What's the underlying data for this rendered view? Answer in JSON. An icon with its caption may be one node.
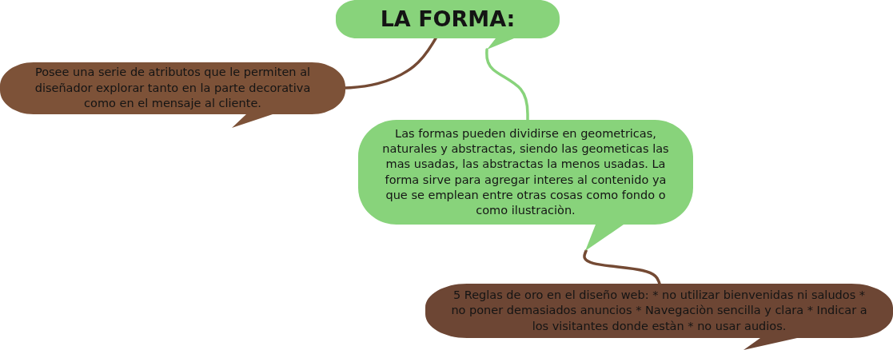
{
  "diagram": {
    "nodes": [
      {
        "text": [
          "LA FORMA:"
        ]
      },
      {
        "text": [
          "Posee una serie de atributos que le permiten al diseñador explorar tanto en la parte decorativa como en el mensaje al cliente."
        ]
      },
      {
        "text": [
          "Las formas pueden dividirse en geometricas, naturales y abstractas, siendo las geometicas las mas usadas, las abstractas la menos usadas. La forma sirve para agregar interes al contenido ya que se emplean entre otras cosas como fondo o como ilustraciòn."
        ]
      },
      {
        "text": [
          "5 Reglas de oro en el diseño web: * no utilizar bienvenidas ni saludos * no poner demasiados anuncios * Navegaciòn sencilla y clara * Indicar a los visitantes donde estàn * no usar audios."
        ]
      }
    ],
    "edges": [
      {
        "from": 0,
        "to": 1,
        "arrow": "none"
      },
      {
        "from": 0,
        "to": 2,
        "arrow": "none",
        "color": "#88d37b"
      },
      {
        "from": 2,
        "to": 3,
        "arrow": "none"
      }
    ]
  }
}
